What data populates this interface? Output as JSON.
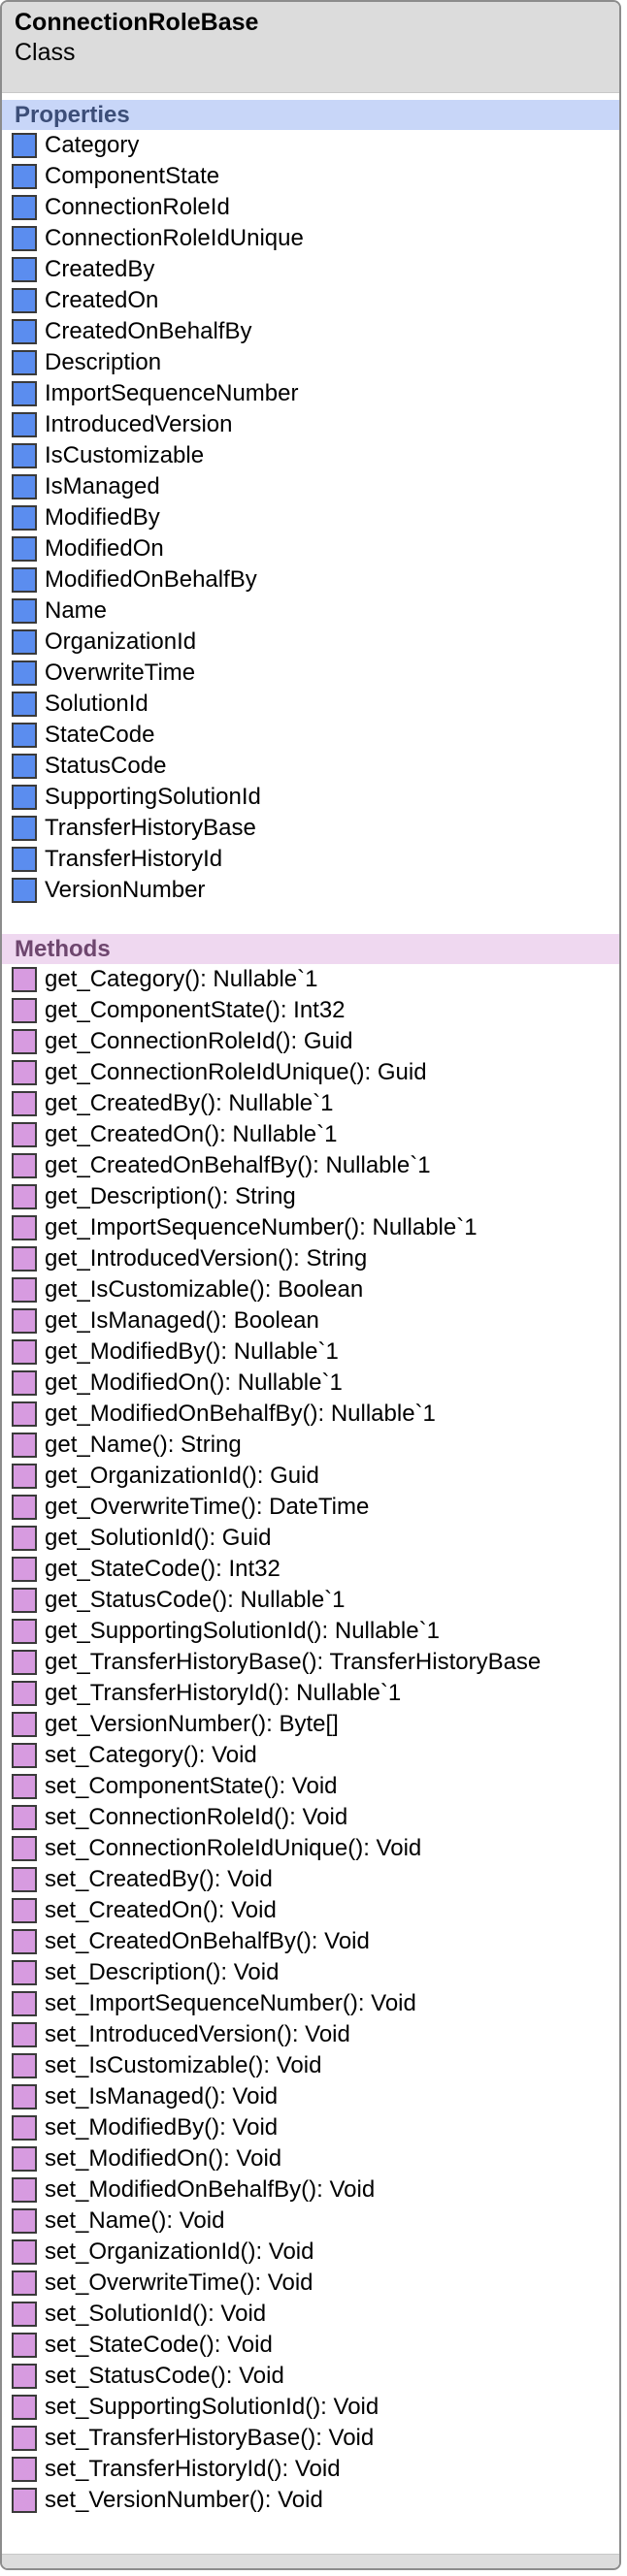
{
  "class": {
    "name": "ConnectionRoleBase",
    "kind": "Class"
  },
  "sections": {
    "properties_title": "Properties",
    "methods_title": "Methods"
  },
  "colors": {
    "property_icon": "#5b8def",
    "method_icon": "#d79be0",
    "properties_header_bg": "#c8d6f8",
    "methods_header_bg": "#efd8f0"
  },
  "properties": [
    "Category",
    "ComponentState",
    "ConnectionRoleId",
    "ConnectionRoleIdUnique",
    "CreatedBy",
    "CreatedOn",
    "CreatedOnBehalfBy",
    "Description",
    "ImportSequenceNumber",
    "IntroducedVersion",
    "IsCustomizable",
    "IsManaged",
    "ModifiedBy",
    "ModifiedOn",
    "ModifiedOnBehalfBy",
    "Name",
    "OrganizationId",
    "OverwriteTime",
    "SolutionId",
    "StateCode",
    "StatusCode",
    "SupportingSolutionId",
    "TransferHistoryBase",
    "TransferHistoryId",
    "VersionNumber"
  ],
  "methods": [
    "get_Category(): Nullable`1",
    "get_ComponentState(): Int32",
    "get_ConnectionRoleId(): Guid",
    "get_ConnectionRoleIdUnique(): Guid",
    "get_CreatedBy(): Nullable`1",
    "get_CreatedOn(): Nullable`1",
    "get_CreatedOnBehalfBy(): Nullable`1",
    "get_Description(): String",
    "get_ImportSequenceNumber(): Nullable`1",
    "get_IntroducedVersion(): String",
    "get_IsCustomizable(): Boolean",
    "get_IsManaged(): Boolean",
    "get_ModifiedBy(): Nullable`1",
    "get_ModifiedOn(): Nullable`1",
    "get_ModifiedOnBehalfBy(): Nullable`1",
    "get_Name(): String",
    "get_OrganizationId(): Guid",
    "get_OverwriteTime(): DateTime",
    "get_SolutionId(): Guid",
    "get_StateCode(): Int32",
    "get_StatusCode(): Nullable`1",
    "get_SupportingSolutionId(): Nullable`1",
    "get_TransferHistoryBase(): TransferHistoryBase",
    "get_TransferHistoryId(): Nullable`1",
    "get_VersionNumber(): Byte[]",
    "set_Category(): Void",
    "set_ComponentState(): Void",
    "set_ConnectionRoleId(): Void",
    "set_ConnectionRoleIdUnique(): Void",
    "set_CreatedBy(): Void",
    "set_CreatedOn(): Void",
    "set_CreatedOnBehalfBy(): Void",
    "set_Description(): Void",
    "set_ImportSequenceNumber(): Void",
    "set_IntroducedVersion(): Void",
    "set_IsCustomizable(): Void",
    "set_IsManaged(): Void",
    "set_ModifiedBy(): Void",
    "set_ModifiedOn(): Void",
    "set_ModifiedOnBehalfBy(): Void",
    "set_Name(): Void",
    "set_OrganizationId(): Void",
    "set_OverwriteTime(): Void",
    "set_SolutionId(): Void",
    "set_StateCode(): Void",
    "set_StatusCode(): Void",
    "set_SupportingSolutionId(): Void",
    "set_TransferHistoryBase(): Void",
    "set_TransferHistoryId(): Void",
    "set_VersionNumber(): Void"
  ]
}
